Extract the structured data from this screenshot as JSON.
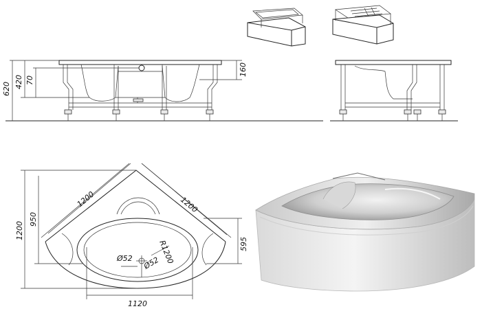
{
  "colors": {
    "line": "#222222",
    "tub_fill": "#e8e8e8",
    "render_light": "#f2f2f2",
    "render_dark": "#9a9a9a"
  },
  "side_elevation": {
    "dim_total_height": "620",
    "dim_tub_height": "420",
    "dim_overflow_height": "70",
    "dim_rim_height": "160"
  },
  "plan_view": {
    "dim_side_left": "1200",
    "dim_side_right": "1200",
    "dim_depth_950": "950",
    "dim_total_1200": "1200",
    "dim_595": "595",
    "dim_width_1120": "1120",
    "dim_radius": "R1200",
    "dim_drain_1": "Ø52",
    "dim_drain_2": "Ø52"
  }
}
